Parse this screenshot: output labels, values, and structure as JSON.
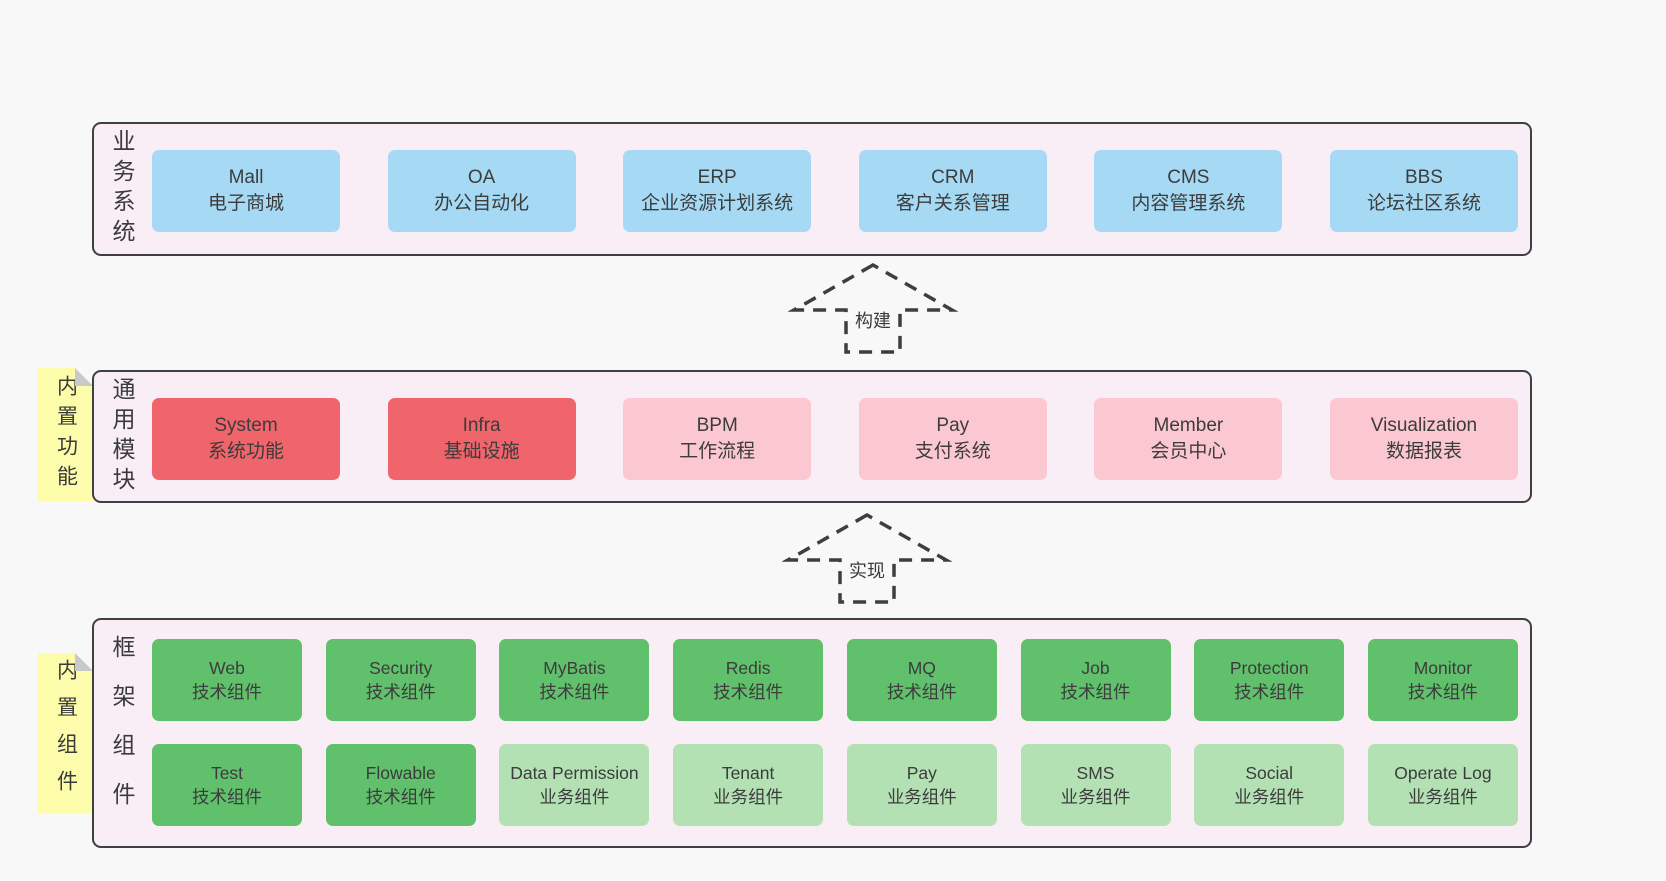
{
  "arrows": {
    "build_label": "构建",
    "implement_label": "实现"
  },
  "business_layer": {
    "label": "业务系统",
    "items": [
      {
        "title": "Mall",
        "subtitle": "电子商城"
      },
      {
        "title": "OA",
        "subtitle": "办公自动化"
      },
      {
        "title": "ERP",
        "subtitle": "企业资源计划系统"
      },
      {
        "title": "CRM",
        "subtitle": "客户关系管理"
      },
      {
        "title": "CMS",
        "subtitle": "内容管理系统"
      },
      {
        "title": "BBS",
        "subtitle": "论坛社区系统"
      }
    ]
  },
  "module_layer": {
    "label": "通用模块",
    "sticky_note": "内置功能",
    "items": [
      {
        "title": "System",
        "subtitle": "系统功能",
        "variant": "red"
      },
      {
        "title": "Infra",
        "subtitle": "基础设施",
        "variant": "red"
      },
      {
        "title": "BPM",
        "subtitle": "工作流程",
        "variant": "pink"
      },
      {
        "title": "Pay",
        "subtitle": "支付系统",
        "variant": "pink"
      },
      {
        "title": "Member",
        "subtitle": "会员中心",
        "variant": "pink"
      },
      {
        "title": "Visualization",
        "subtitle": "数据报表",
        "variant": "pink"
      }
    ]
  },
  "component_layer": {
    "label": "框架组件",
    "sticky_note": "内置组件",
    "row1": [
      {
        "title": "Web",
        "subtitle": "技术组件",
        "variant": "green"
      },
      {
        "title": "Security",
        "subtitle": "技术组件",
        "variant": "green"
      },
      {
        "title": "MyBatis",
        "subtitle": "技术组件",
        "variant": "green"
      },
      {
        "title": "Redis",
        "subtitle": "技术组件",
        "variant": "green"
      },
      {
        "title": "MQ",
        "subtitle": "技术组件",
        "variant": "green"
      },
      {
        "title": "Job",
        "subtitle": "技术组件",
        "variant": "green"
      },
      {
        "title": "Protection",
        "subtitle": "技术组件",
        "variant": "green"
      },
      {
        "title": "Monitor",
        "subtitle": "技术组件",
        "variant": "green"
      }
    ],
    "row2": [
      {
        "title": "Test",
        "subtitle": "技术组件",
        "variant": "green"
      },
      {
        "title": "Flowable",
        "subtitle": "技术组件",
        "variant": "green"
      },
      {
        "title": "Data Permission",
        "subtitle": "业务组件",
        "variant": "lightgreen"
      },
      {
        "title": "Tenant",
        "subtitle": "业务组件",
        "variant": "lightgreen"
      },
      {
        "title": "Pay",
        "subtitle": "业务组件",
        "variant": "lightgreen"
      },
      {
        "title": "SMS",
        "subtitle": "业务组件",
        "variant": "lightgreen"
      },
      {
        "title": "Social",
        "subtitle": "业务组件",
        "variant": "lightgreen"
      },
      {
        "title": "Operate Log",
        "subtitle": "业务组件",
        "variant": "lightgreen"
      }
    ]
  },
  "colors": {
    "page_bg": "#f8f8f8",
    "panel_bg": "#f9edf6",
    "panel_border": "#404040",
    "blue_box": "#a6daf4",
    "red_box": "#f0646c",
    "pink_box": "#fbc8d2",
    "green_box": "#61c06c",
    "light_green_box": "#b3e1b4",
    "sticky_yellow": "#fcfcab",
    "sticky_fold_gray": "#c9c9c9",
    "text": "#3c3c3c"
  }
}
